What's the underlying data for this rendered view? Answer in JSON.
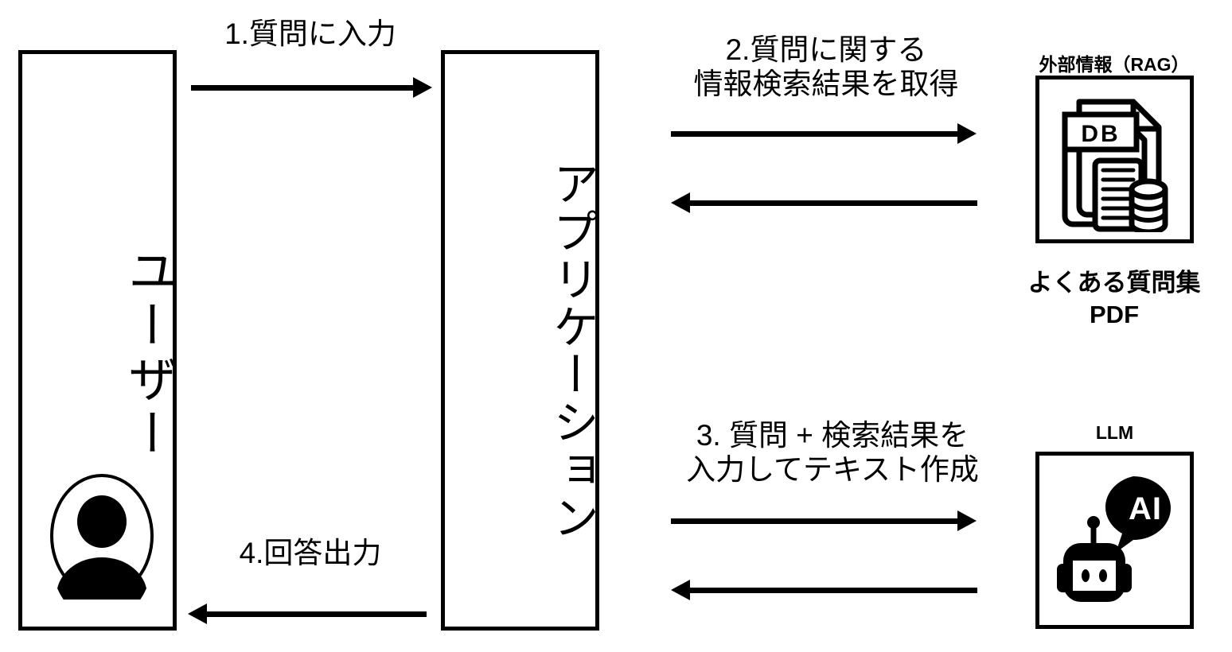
{
  "diagram": {
    "title_hidden": "",
    "actors": [
      {
        "name": "user",
        "label": "ユーザー"
      },
      {
        "name": "application",
        "label": "アプリケーション"
      }
    ],
    "resources": [
      {
        "name": "rag",
        "title": "外部情報（RAG）",
        "caption": "よくある質問集\nPDF",
        "icon": "document-database-icon",
        "icon_text": "DB"
      },
      {
        "name": "llm",
        "title": "LLM",
        "caption": "",
        "icon": "ai-robot-icon",
        "icon_text": "AI"
      }
    ],
    "steps": [
      {
        "id": "1",
        "label": "1.質問に入力",
        "direction": "right"
      },
      {
        "id": "2",
        "label": "2.質問に関する\n情報検索結果を取得",
        "direction": "both"
      },
      {
        "id": "3",
        "label": "3. 質問 + 検索結果を\n入力してテキスト作成",
        "direction": "both"
      },
      {
        "id": "4",
        "label": "4.回答出力",
        "direction": "left"
      }
    ],
    "colors": {
      "stroke": "#000000",
      "background": "#ffffff"
    }
  }
}
